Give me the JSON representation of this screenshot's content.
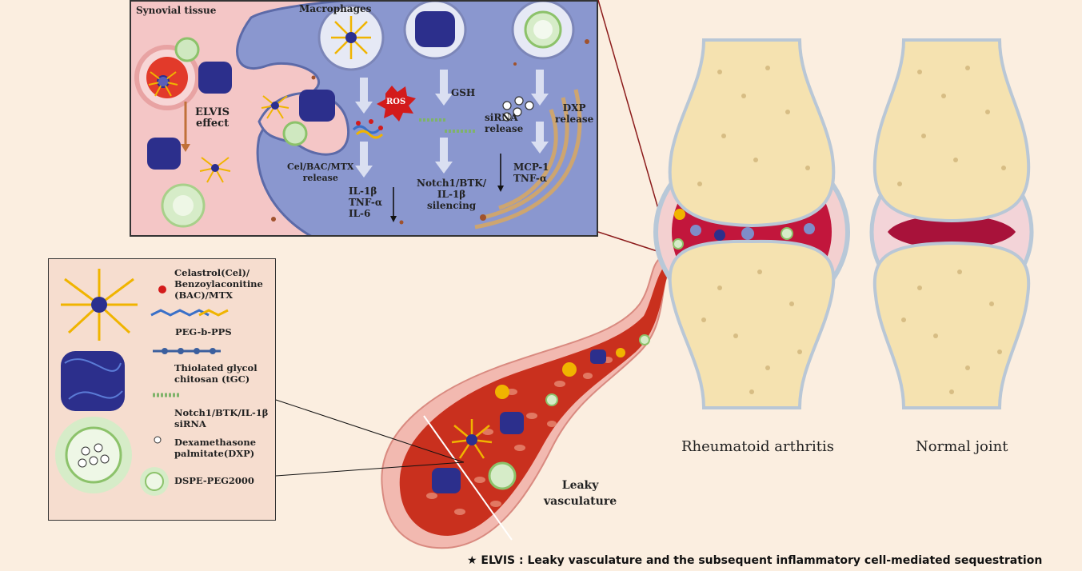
{
  "top_panel": {
    "synovial_label": "Synovial tissue",
    "macrophages_label": "Macrophages",
    "elvis_effect": "ELVIS\neffect",
    "ros": "ROS",
    "gsh": "GSH",
    "sirna_release": "siRNA\nrelease",
    "dxp_release": "DXP\nrelease",
    "cel_release": "Cel/BAC/MTX\nrelease",
    "cytokines_left": "IL-1β\nTNF-α\nIL-6",
    "silencing": "Notch1/BTK/\nIL-1β\nsilencing",
    "cytokines_right": "MCP-1\nTNF-α"
  },
  "legend": {
    "items": [
      "Celastrol(Cel)/\nBenzoylaconitine\n(BAC)/MTX",
      "PEG-b-PPS",
      "Thiolated glycol\nchitosan (tGC)",
      "Notch1/BTK/IL-1β\nsiRNA",
      "Dexamethasone\npalmitate(DXP)",
      "DSPE-PEG2000"
    ]
  },
  "vessel_label": "Leaky\nvasculature",
  "joints": {
    "ra_label": "Rheumatoid arthritis",
    "normal_label": "Normal joint"
  },
  "footnote": "★ ELVIS : Leaky vasculature and the subsequent inflammatory cell-mediated sequestration",
  "colors": {
    "background": "#fbeee0",
    "macrophage": "#7f8cc8",
    "nanocarrier_core": "#2b2f8f",
    "micelle_arms": "#f0b400",
    "bone": "#f5e2b0",
    "inflamed": "#b01238"
  }
}
